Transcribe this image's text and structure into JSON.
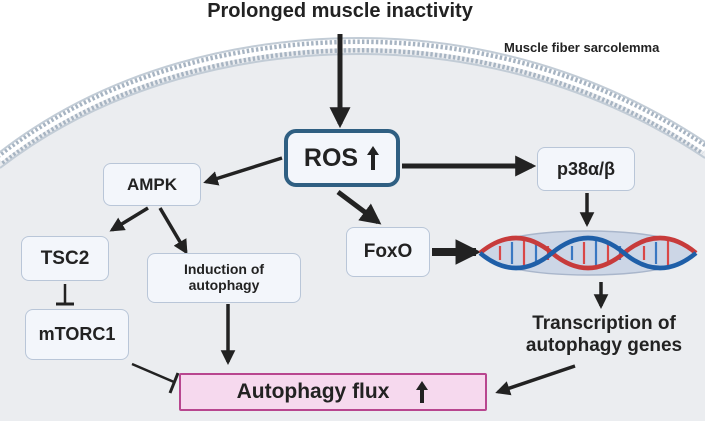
{
  "title": "Prolonged muscle inactivity",
  "membrane_label": "Muscle fiber sarcolemma",
  "nodes": {
    "ros": "ROS",
    "ampk": "AMPK",
    "p38": "p38α/β",
    "foxo": "FoxO",
    "tsc2": "TSC2",
    "mtorc1": "mTORC1",
    "induction_line1": "Induction of",
    "induction_line2": "autophagy",
    "transcription_line1": "Transcription of",
    "transcription_line2": "autophagy genes",
    "flux": "Autophagy flux"
  },
  "colors": {
    "ros_border": "#2f5f82",
    "flux_fill": "#f6d9ee",
    "flux_border": "#b8468f",
    "membrane": "#a7b4c2",
    "cell_interior": "#ebedf0",
    "arrow": "#222222"
  },
  "icons": [
    "up-arrow-icon",
    "dna-icon",
    "lipid-bilayer-icon"
  ]
}
